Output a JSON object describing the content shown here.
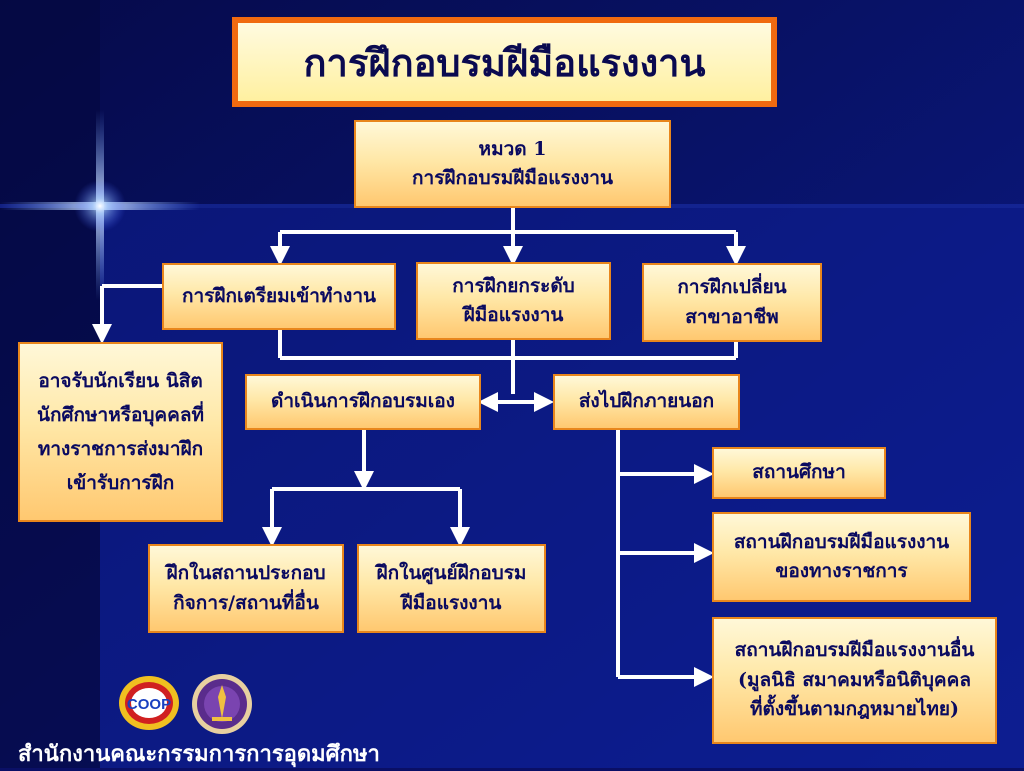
{
  "title": "การฝึกอบรมฝีมือแรงงาน",
  "root": {
    "line1": "หมวด  1",
    "line2": "การฝึกอบรมฝีมือแรงงาน"
  },
  "types": {
    "prep": "การฝึกเตรียมเข้าทำงาน",
    "upgrade": [
      "การฝึกยกระดับ",
      "ฝีมือแรงงาน"
    ],
    "change": [
      "การฝึกเปลี่ยน",
      "สาขาอาชีพ"
    ]
  },
  "admission": [
    "อาจรับนักเรียน นิสิต",
    "นักศึกษาหรือบุคคลที่",
    "ทางราชการส่งมาฝึก",
    "เข้ารับการฝึก"
  ],
  "methods": {
    "self": "ดำเนินการฝึกอบรมเอง",
    "external": "ส่งไปฝึกภายนอก"
  },
  "self_branches": {
    "workplace": [
      "ฝึกในสถานประกอบ",
      "กิจการ/สถานที่อื่น"
    ],
    "center": [
      "ฝึกในศูนย์ฝึกอบรม",
      "ฝีมือแรงงาน"
    ]
  },
  "external_branches": {
    "school": "สถานศึกษา",
    "gov": [
      "สถานฝึกอบรมฝีมือแรงงาน",
      "ของทางราชการ"
    ],
    "other": [
      "สถานฝึกอบรมฝีมือแรงงานอื่น",
      "(มูลนิธิ  สมาคมหรือนิติบุคคล",
      "ที่ตั้งขึ้นตามกฎหมายไทย)"
    ]
  },
  "logos": {
    "coop": "COOP"
  },
  "footer": "สำนักงานคณะกรรมการการอุดมศึกษา",
  "colors": {
    "background": "#0a0f66",
    "line": "#ffffff",
    "box_border": "#e8861c",
    "title_border": "#f06a10",
    "text": "#0a0a60"
  }
}
